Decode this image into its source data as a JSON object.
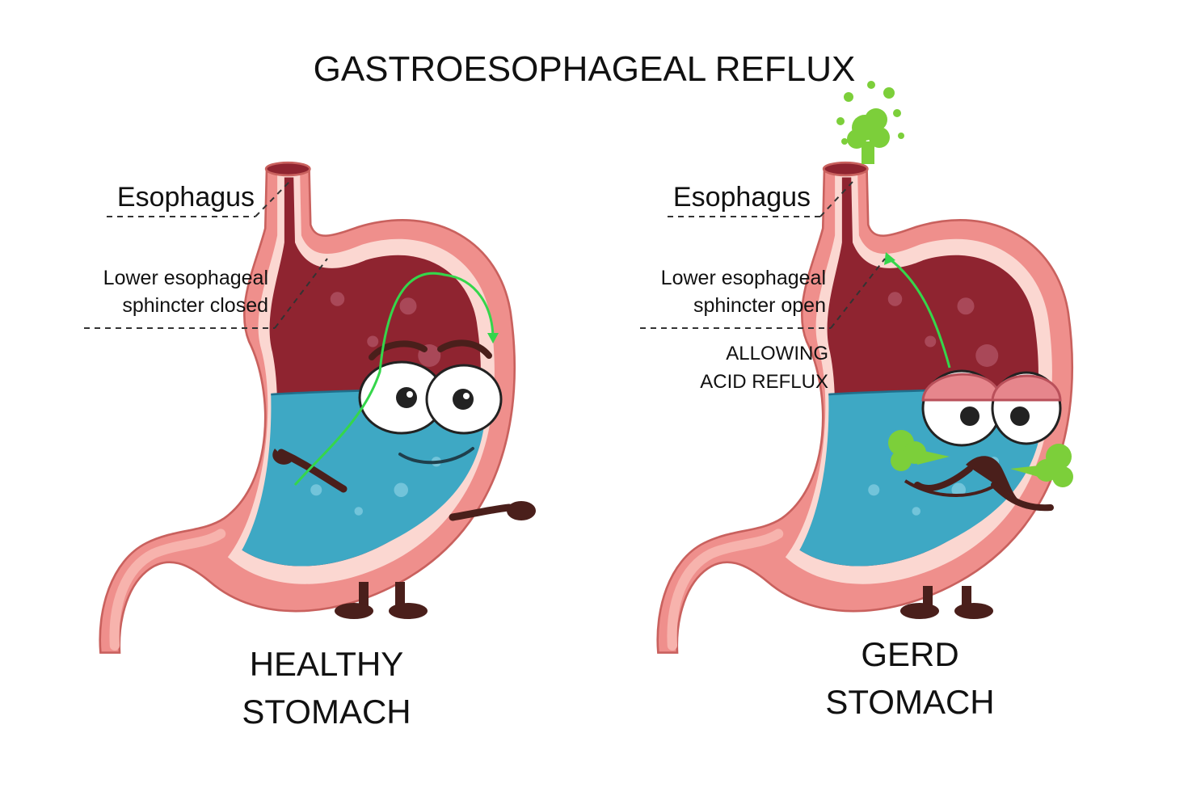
{
  "title": "GASTROESOPHAGEAL REFLUX",
  "colors": {
    "tissue": "#ef8f8c",
    "tissue_light": "#f7b3ad",
    "tissue_inner": "#fbd7d1",
    "mucosa": "#8f2430",
    "mucosa_dark": "#6d1420",
    "acid": "#3ea8c4",
    "acid_dark": "#1f6f8c",
    "limb": "#4a1f1b",
    "reflux_green": "#7ccf3a",
    "arrow_green": "#35d64b"
  },
  "panels": [
    {
      "esophagus_label": "Esophagus",
      "sphincter_label_line1": "Lower esophageal",
      "sphincter_label_line2": "sphincter closed",
      "caption_line1": "HEALTHY",
      "caption_line2": "STOMACH",
      "icon": "healthy-stomach-character"
    },
    {
      "esophagus_label": "Esophagus",
      "sphincter_label_line1": "Lower esophageal",
      "sphincter_label_line2": "sphincter open",
      "note_line1": "ALLOWING",
      "note_line2": "ACID REFLUX",
      "caption_line1": "GERD",
      "caption_line2": "STOMACH",
      "icon": "gerd-stomach-character"
    }
  ]
}
